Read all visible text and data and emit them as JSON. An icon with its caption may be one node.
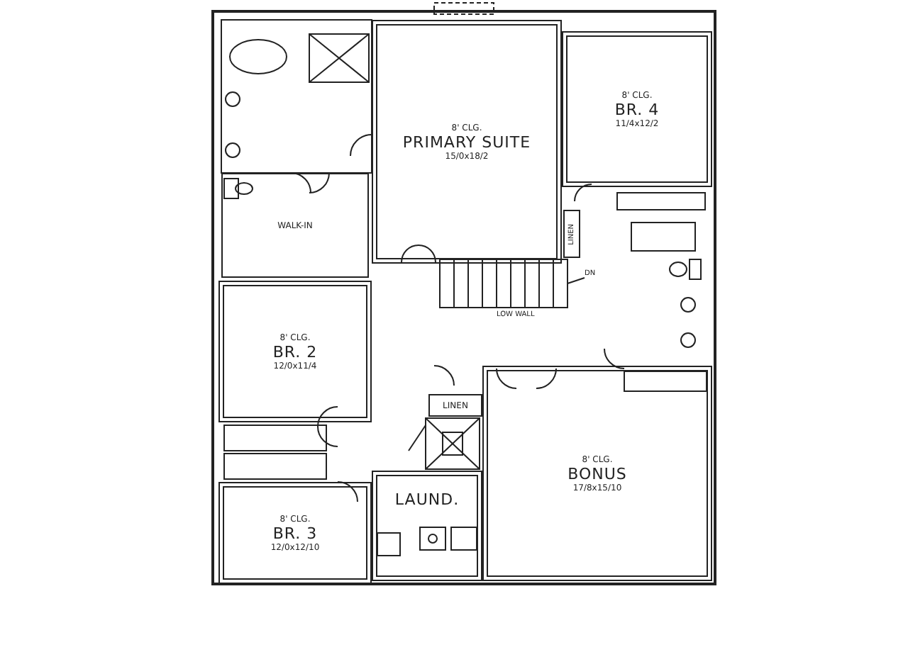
{
  "diagram": {
    "nodes": [
      {
        "text": [
          "8' CLG.",
          "PRIMARY SUITE",
          "15/0x18/2"
        ]
      },
      {
        "text": [
          "8' CLG.",
          "BR. 4",
          "11/4x12/2"
        ]
      },
      {
        "text": [
          "WALK-IN"
        ]
      },
      {
        "text": [
          "LINEN"
        ]
      },
      {
        "text": [
          "8' CLG.",
          "BR. 2",
          "12/0x11/4"
        ]
      },
      {
        "text": [
          "LINEN"
        ]
      },
      {
        "text": [
          "LAUND."
        ]
      },
      {
        "text": [
          "8' CLG.",
          "BONUS",
          "17/8x15/10"
        ]
      },
      {
        "text": [
          "8' CLG.",
          "BR. 3",
          "12/0x12/10"
        ]
      }
    ],
    "labels": [
      "LOW WALL",
      "DN"
    ]
  }
}
